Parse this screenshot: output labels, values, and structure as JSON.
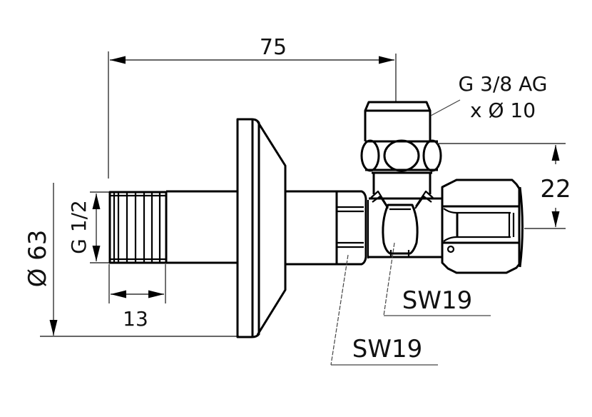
{
  "drawing": {
    "subject": "angle valve technical drawing",
    "line_color": "#000000",
    "background": "#ffffff"
  },
  "dimensions": {
    "overall_length": "75",
    "inlet_thread": "G 1/2",
    "rosette_diameter": "Ø 63",
    "thread_length": "13",
    "outlet_thread_line1": "G 3/8 AG",
    "outlet_thread_line2": "x Ø 10",
    "outlet_offset": "22",
    "wrench_size_body": "SW19",
    "wrench_size_nut": "SW19"
  }
}
